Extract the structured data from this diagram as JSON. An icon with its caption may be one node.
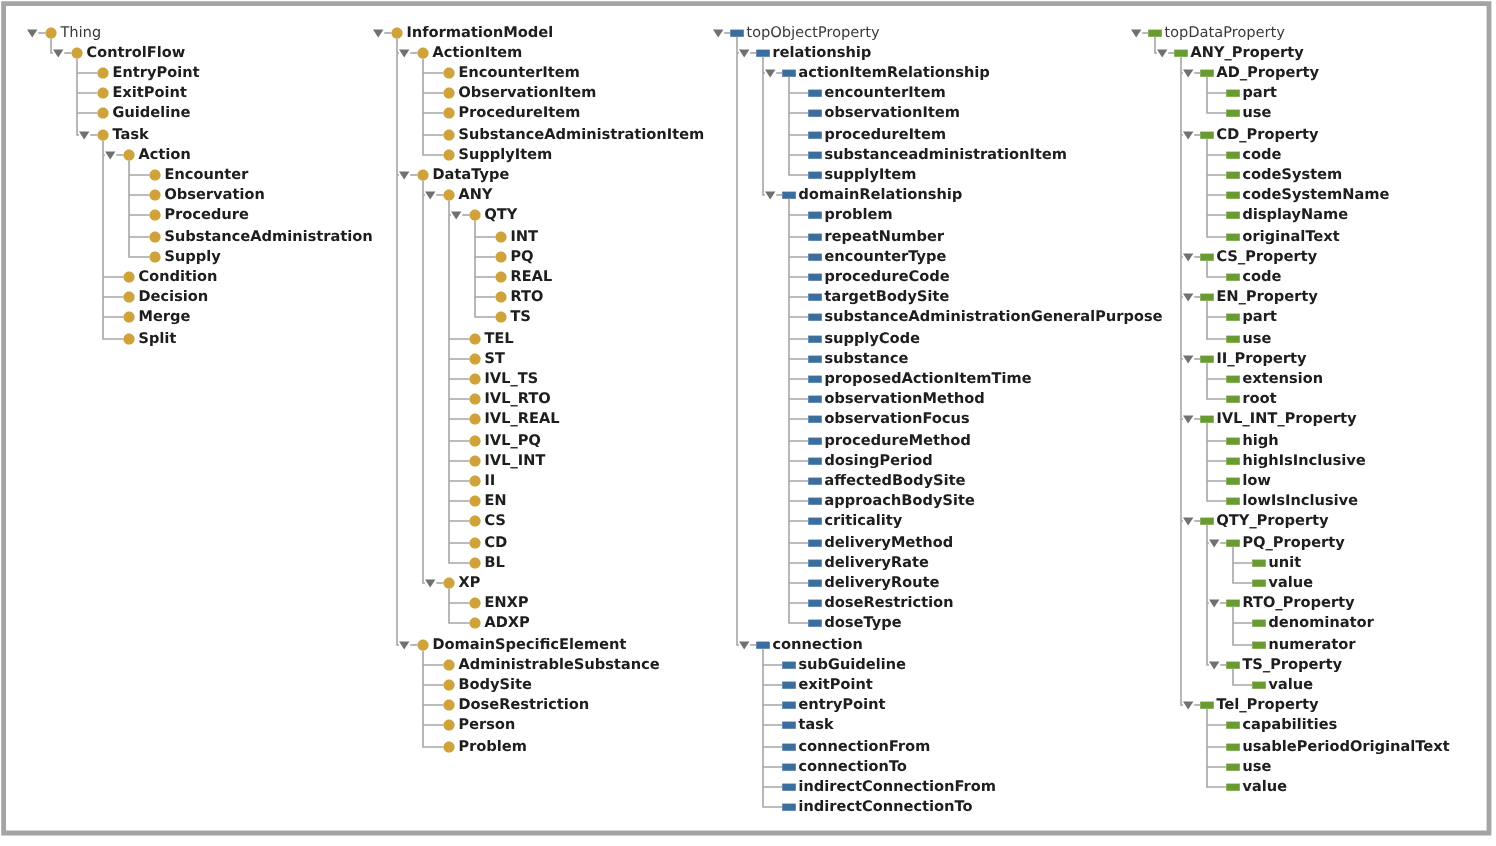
{
  "diagram": {
    "nodes": [
      {
        "text": [
          "Thing"
        ]
      },
      {
        "text": [
          "ControlFlow"
        ]
      },
      {
        "text": [
          "EntryPoint"
        ]
      },
      {
        "text": [
          "ExitPoint"
        ]
      },
      {
        "text": [
          "Guideline"
        ]
      },
      {
        "text": [
          "Task"
        ]
      },
      {
        "text": [
          "Action"
        ]
      },
      {
        "text": [
          "Encounter"
        ]
      },
      {
        "text": [
          "Observation"
        ]
      },
      {
        "text": [
          "Procedure"
        ]
      },
      {
        "text": [
          "SubstanceAdministration"
        ]
      },
      {
        "text": [
          "Supply"
        ]
      },
      {
        "text": [
          "Condition"
        ]
      },
      {
        "text": [
          "Decision"
        ]
      },
      {
        "text": [
          "Merge"
        ]
      },
      {
        "text": [
          "Split"
        ]
      },
      {
        "text": [
          "InformationModel"
        ]
      },
      {
        "text": [
          "ActionItem"
        ]
      },
      {
        "text": [
          "EncounterItem"
        ]
      },
      {
        "text": [
          "ObservationItem"
        ]
      },
      {
        "text": [
          "ProcedureItem"
        ]
      },
      {
        "text": [
          "SubstanceAdministrationItem"
        ]
      },
      {
        "text": [
          "SupplyItem"
        ]
      },
      {
        "text": [
          "DataType"
        ]
      },
      {
        "text": [
          "ANY"
        ]
      },
      {
        "text": [
          "QTY"
        ]
      },
      {
        "text": [
          "INT"
        ]
      },
      {
        "text": [
          "PQ"
        ]
      },
      {
        "text": [
          "REAL"
        ]
      },
      {
        "text": [
          "RTO"
        ]
      },
      {
        "text": [
          "TS"
        ]
      },
      {
        "text": [
          "TEL"
        ]
      },
      {
        "text": [
          "ST"
        ]
      },
      {
        "text": [
          "IVL_TS"
        ]
      },
      {
        "text": [
          "IVL_RTO"
        ]
      },
      {
        "text": [
          "IVL_REAL"
        ]
      },
      {
        "text": [
          "IVL_PQ"
        ]
      },
      {
        "text": [
          "IVL_INT"
        ]
      },
      {
        "text": [
          "II"
        ]
      },
      {
        "text": [
          "EN"
        ]
      },
      {
        "text": [
          "CS"
        ]
      },
      {
        "text": [
          "CD"
        ]
      },
      {
        "text": [
          "BL"
        ]
      },
      {
        "text": [
          "XP"
        ]
      },
      {
        "text": [
          "ENXP"
        ]
      },
      {
        "text": [
          "ADXP"
        ]
      },
      {
        "text": [
          "DomainSpecificElement"
        ]
      },
      {
        "text": [
          "AdministrableSubstance"
        ]
      },
      {
        "text": [
          "BodySite"
        ]
      },
      {
        "text": [
          "DoseRestriction"
        ]
      },
      {
        "text": [
          "Person"
        ]
      },
      {
        "text": [
          "Problem"
        ]
      },
      {
        "text": [
          "topObjectProperty"
        ]
      },
      {
        "text": [
          "relationship"
        ]
      },
      {
        "text": [
          "actionItemRelationship"
        ]
      },
      {
        "text": [
          "encounterItem"
        ]
      },
      {
        "text": [
          "observationItem"
        ]
      },
      {
        "text": [
          "procedureItem"
        ]
      },
      {
        "text": [
          "substanceadministrationItem"
        ]
      },
      {
        "text": [
          "supplyItem"
        ]
      },
      {
        "text": [
          "domainRelationship"
        ]
      },
      {
        "text": [
          "problem"
        ]
      },
      {
        "text": [
          "repeatNumber"
        ]
      },
      {
        "text": [
          "encounterType"
        ]
      },
      {
        "text": [
          "procedureCode"
        ]
      },
      {
        "text": [
          "targetBodySite"
        ]
      },
      {
        "text": [
          "substanceAdministrationGeneralPurpose"
        ]
      },
      {
        "text": [
          "supplyCode"
        ]
      },
      {
        "text": [
          "substance"
        ]
      },
      {
        "text": [
          "proposedActionItemTime"
        ]
      },
      {
        "text": [
          "observationMethod"
        ]
      },
      {
        "text": [
          "observationFocus"
        ]
      },
      {
        "text": [
          "procedureMethod"
        ]
      },
      {
        "text": [
          "dosingPeriod"
        ]
      },
      {
        "text": [
          "affectedBodySite"
        ]
      },
      {
        "text": [
          "approachBodySite"
        ]
      },
      {
        "text": [
          "criticality"
        ]
      },
      {
        "text": [
          "deliveryMethod"
        ]
      },
      {
        "text": [
          "deliveryRate"
        ]
      },
      {
        "text": [
          "deliveryRoute"
        ]
      },
      {
        "text": [
          "doseRestriction"
        ]
      },
      {
        "text": [
          "doseType"
        ]
      },
      {
        "text": [
          "connection"
        ]
      },
      {
        "text": [
          "subGuideline"
        ]
      },
      {
        "text": [
          "exitPoint"
        ]
      },
      {
        "text": [
          "entryPoint"
        ]
      },
      {
        "text": [
          "task"
        ]
      },
      {
        "text": [
          "connectionFrom"
        ]
      },
      {
        "text": [
          "connectionTo"
        ]
      },
      {
        "text": [
          "indirectConnectionFrom"
        ]
      },
      {
        "text": [
          "indirectConnectionTo"
        ]
      },
      {
        "text": [
          "topDataProperty"
        ]
      },
      {
        "text": [
          "ANY_Property"
        ]
      },
      {
        "text": [
          "AD_Property"
        ]
      },
      {
        "text": [
          "part"
        ]
      },
      {
        "text": [
          "use"
        ]
      },
      {
        "text": [
          "CD_Property"
        ]
      },
      {
        "text": [
          "code"
        ]
      },
      {
        "text": [
          "codeSystem"
        ]
      },
      {
        "text": [
          "codeSystemName"
        ]
      },
      {
        "text": [
          "displayName"
        ]
      },
      {
        "text": [
          "originalText"
        ]
      },
      {
        "text": [
          "CS_Property"
        ]
      },
      {
        "text": [
          "code"
        ]
      },
      {
        "text": [
          "EN_Property"
        ]
      },
      {
        "text": [
          "part"
        ]
      },
      {
        "text": [
          "use"
        ]
      },
      {
        "text": [
          "II_Property"
        ]
      },
      {
        "text": [
          "extension"
        ]
      },
      {
        "text": [
          "root"
        ]
      },
      {
        "text": [
          "IVL_INT_Property"
        ]
      },
      {
        "text": [
          "high"
        ]
      },
      {
        "text": [
          "highIsInclusive"
        ]
      },
      {
        "text": [
          "low"
        ]
      },
      {
        "text": [
          "lowIsInclusive"
        ]
      },
      {
        "text": [
          "QTY_Property"
        ]
      },
      {
        "text": [
          "PQ_Property"
        ]
      },
      {
        "text": [
          "unit"
        ]
      },
      {
        "text": [
          "value"
        ]
      },
      {
        "text": [
          "RTO_Property"
        ]
      },
      {
        "text": [
          "denominator"
        ]
      },
      {
        "text": [
          "numerator"
        ]
      },
      {
        "text": [
          "TS_Property"
        ]
      },
      {
        "text": [
          "value"
        ]
      },
      {
        "text": [
          "Tel_Property"
        ]
      },
      {
        "text": [
          "capabilities"
        ]
      },
      {
        "text": [
          "usablePeriodOriginalText"
        ]
      },
      {
        "text": [
          "use"
        ]
      },
      {
        "text": [
          "value"
        ]
      }
    ],
    "edges": [
      {
        "from": 0,
        "to": 1,
        "arrow": "none"
      },
      {
        "from": 1,
        "to": 2,
        "arrow": "none"
      },
      {
        "from": 1,
        "to": 3,
        "arrow": "none"
      },
      {
        "from": 1,
        "to": 4,
        "arrow": "none"
      },
      {
        "from": 1,
        "to": 5,
        "arrow": "none"
      },
      {
        "from": 5,
        "to": 6,
        "arrow": "none"
      },
      {
        "from": 6,
        "to": 7,
        "arrow": "none"
      },
      {
        "from": 6,
        "to": 8,
        "arrow": "none"
      },
      {
        "from": 6,
        "to": 9,
        "arrow": "none"
      },
      {
        "from": 6,
        "to": 10,
        "arrow": "none"
      },
      {
        "from": 6,
        "to": 11,
        "arrow": "none"
      },
      {
        "from": 5,
        "to": 12,
        "arrow": "none"
      },
      {
        "from": 5,
        "to": 13,
        "arrow": "none"
      },
      {
        "from": 5,
        "to": 14,
        "arrow": "none"
      },
      {
        "from": 5,
        "to": 15,
        "arrow": "none"
      },
      {
        "from": 16,
        "to": 17,
        "arrow": "none"
      },
      {
        "from": 17,
        "to": 18,
        "arrow": "none"
      },
      {
        "from": 17,
        "to": 19,
        "arrow": "none"
      },
      {
        "from": 17,
        "to": 20,
        "arrow": "none"
      },
      {
        "from": 17,
        "to": 21,
        "arrow": "none"
      },
      {
        "from": 17,
        "to": 22,
        "arrow": "none"
      },
      {
        "from": 16,
        "to": 23,
        "arrow": "none"
      },
      {
        "from": 23,
        "to": 24,
        "arrow": "none"
      },
      {
        "from": 24,
        "to": 25,
        "arrow": "none"
      },
      {
        "from": 25,
        "to": 26,
        "arrow": "none"
      },
      {
        "from": 25,
        "to": 27,
        "arrow": "none"
      },
      {
        "from": 25,
        "to": 28,
        "arrow": "none"
      },
      {
        "from": 25,
        "to": 29,
        "arrow": "none"
      },
      {
        "from": 25,
        "to": 30,
        "arrow": "none"
      },
      {
        "from": 24,
        "to": 31,
        "arrow": "none"
      },
      {
        "from": 24,
        "to": 32,
        "arrow": "none"
      },
      {
        "from": 24,
        "to": 33,
        "arrow": "none"
      },
      {
        "from": 24,
        "to": 34,
        "arrow": "none"
      },
      {
        "from": 24,
        "to": 35,
        "arrow": "none"
      },
      {
        "from": 24,
        "to": 36,
        "arrow": "none"
      },
      {
        "from": 24,
        "to": 37,
        "arrow": "none"
      },
      {
        "from": 24,
        "to": 38,
        "arrow": "none"
      },
      {
        "from": 24,
        "to": 39,
        "arrow": "none"
      },
      {
        "from": 24,
        "to": 40,
        "arrow": "none"
      },
      {
        "from": 24,
        "to": 41,
        "arrow": "none"
      },
      {
        "from": 24,
        "to": 42,
        "arrow": "none"
      },
      {
        "from": 23,
        "to": 43,
        "arrow": "none"
      },
      {
        "from": 43,
        "to": 44,
        "arrow": "none"
      },
      {
        "from": 43,
        "to": 45,
        "arrow": "none"
      },
      {
        "from": 16,
        "to": 46,
        "arrow": "none"
      },
      {
        "from": 46,
        "to": 47,
        "arrow": "none"
      },
      {
        "from": 46,
        "to": 48,
        "arrow": "none"
      },
      {
        "from": 46,
        "to": 49,
        "arrow": "none"
      },
      {
        "from": 46,
        "to": 50,
        "arrow": "none"
      },
      {
        "from": 46,
        "to": 51,
        "arrow": "none"
      },
      {
        "from": 52,
        "to": 53,
        "arrow": "none"
      },
      {
        "from": 53,
        "to": 54,
        "arrow": "none"
      },
      {
        "from": 54,
        "to": 55,
        "arrow": "none"
      },
      {
        "from": 54,
        "to": 56,
        "arrow": "none"
      },
      {
        "from": 54,
        "to": 57,
        "arrow": "none"
      },
      {
        "from": 54,
        "to": 58,
        "arrow": "none"
      },
      {
        "from": 54,
        "to": 59,
        "arrow": "none"
      },
      {
        "from": 53,
        "to": 60,
        "arrow": "none"
      },
      {
        "from": 60,
        "to": 61,
        "arrow": "none"
      },
      {
        "from": 60,
        "to": 62,
        "arrow": "none"
      },
      {
        "from": 60,
        "to": 63,
        "arrow": "none"
      },
      {
        "from": 60,
        "to": 64,
        "arrow": "none"
      },
      {
        "from": 60,
        "to": 65,
        "arrow": "none"
      },
      {
        "from": 60,
        "to": 66,
        "arrow": "none"
      },
      {
        "from": 60,
        "to": 67,
        "arrow": "none"
      },
      {
        "from": 60,
        "to": 68,
        "arrow": "none"
      },
      {
        "from": 60,
        "to": 69,
        "arrow": "none"
      },
      {
        "from": 60,
        "to": 70,
        "arrow": "none"
      },
      {
        "from": 60,
        "to": 71,
        "arrow": "none"
      },
      {
        "from": 60,
        "to": 72,
        "arrow": "none"
      },
      {
        "from": 60,
        "to": 73,
        "arrow": "none"
      },
      {
        "from": 60,
        "to": 74,
        "arrow": "none"
      },
      {
        "from": 60,
        "to": 75,
        "arrow": "none"
      },
      {
        "from": 60,
        "to": 76,
        "arrow": "none"
      },
      {
        "from": 60,
        "to": 77,
        "arrow": "none"
      },
      {
        "from": 60,
        "to": 78,
        "arrow": "none"
      },
      {
        "from": 60,
        "to": 79,
        "arrow": "none"
      },
      {
        "from": 60,
        "to": 80,
        "arrow": "none"
      },
      {
        "from": 60,
        "to": 81,
        "arrow": "none"
      },
      {
        "from": 52,
        "to": 82,
        "arrow": "none"
      },
      {
        "from": 82,
        "to": 83,
        "arrow": "none"
      },
      {
        "from": 82,
        "to": 84,
        "arrow": "none"
      },
      {
        "from": 82,
        "to": 85,
        "arrow": "none"
      },
      {
        "from": 82,
        "to": 86,
        "arrow": "none"
      },
      {
        "from": 82,
        "to": 87,
        "arrow": "none"
      },
      {
        "from": 82,
        "to": 88,
        "arrow": "none"
      },
      {
        "from": 82,
        "to": 89,
        "arrow": "none"
      },
      {
        "from": 82,
        "to": 90,
        "arrow": "none"
      },
      {
        "from": 91,
        "to": 92,
        "arrow": "none"
      },
      {
        "from": 92,
        "to": 93,
        "arrow": "none"
      },
      {
        "from": 93,
        "to": 94,
        "arrow": "none"
      },
      {
        "from": 93,
        "to": 95,
        "arrow": "none"
      },
      {
        "from": 92,
        "to": 96,
        "arrow": "none"
      },
      {
        "from": 96,
        "to": 97,
        "arrow": "none"
      },
      {
        "from": 96,
        "to": 98,
        "arrow": "none"
      },
      {
        "from": 96,
        "to": 99,
        "arrow": "none"
      },
      {
        "from": 96,
        "to": 100,
        "arrow": "none"
      },
      {
        "from": 96,
        "to": 101,
        "arrow": "none"
      },
      {
        "from": 92,
        "to": 102,
        "arrow": "none"
      },
      {
        "from": 102,
        "to": 103,
        "arrow": "none"
      },
      {
        "from": 92,
        "to": 104,
        "arrow": "none"
      },
      {
        "from": 104,
        "to": 105,
        "arrow": "none"
      },
      {
        "from": 104,
        "to": 106,
        "arrow": "none"
      },
      {
        "from": 92,
        "to": 107,
        "arrow": "none"
      },
      {
        "from": 107,
        "to": 108,
        "arrow": "none"
      },
      {
        "from": 107,
        "to": 109,
        "arrow": "none"
      },
      {
        "from": 92,
        "to": 110,
        "arrow": "none"
      },
      {
        "from": 110,
        "to": 111,
        "arrow": "none"
      },
      {
        "from": 110,
        "to": 112,
        "arrow": "none"
      },
      {
        "from": 110,
        "to": 113,
        "arrow": "none"
      },
      {
        "from": 110,
        "to": 114,
        "arrow": "none"
      },
      {
        "from": 92,
        "to": 115,
        "arrow": "none"
      },
      {
        "from": 115,
        "to": 116,
        "arrow": "none"
      },
      {
        "from": 116,
        "to": 117,
        "arrow": "none"
      },
      {
        "from": 116,
        "to": 118,
        "arrow": "none"
      },
      {
        "from": 115,
        "to": 119,
        "arrow": "none"
      },
      {
        "from": 119,
        "to": 120,
        "arrow": "none"
      },
      {
        "from": 119,
        "to": 121,
        "arrow": "none"
      },
      {
        "from": 115,
        "to": 122,
        "arrow": "none"
      },
      {
        "from": 122,
        "to": 123,
        "arrow": "none"
      },
      {
        "from": 92,
        "to": 124,
        "arrow": "none"
      },
      {
        "from": 124,
        "to": 125,
        "arrow": "none"
      },
      {
        "from": 124,
        "to": 126,
        "arrow": "none"
      },
      {
        "from": 124,
        "to": 127,
        "arrow": "none"
      },
      {
        "from": 124,
        "to": 128,
        "arrow": "none"
      }
    ]
  }
}
